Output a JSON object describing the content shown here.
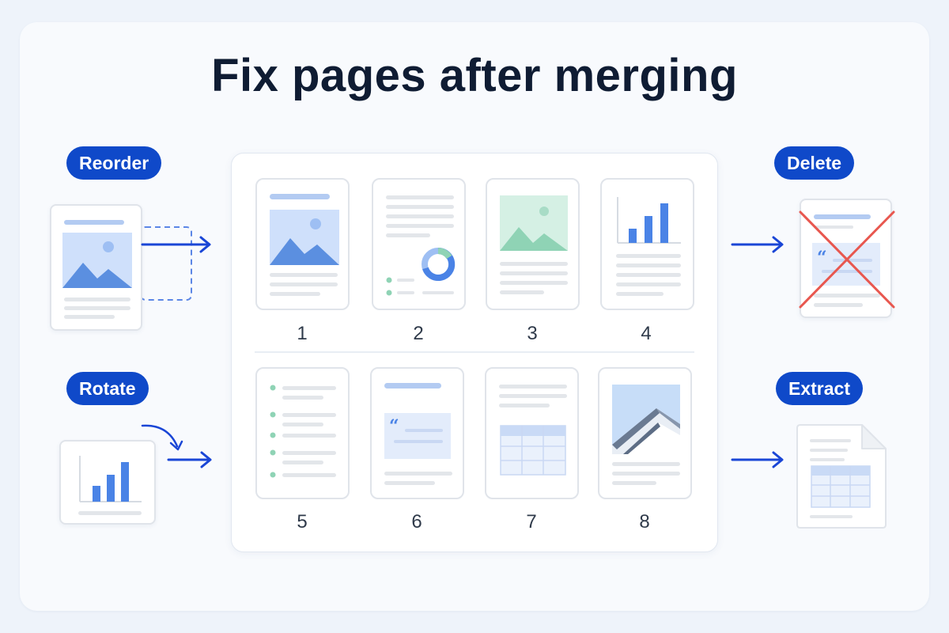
{
  "title": "Fix pages after merging",
  "actions": {
    "reorder": "Reorder",
    "rotate": "Rotate",
    "delete": "Delete",
    "extract": "Extract"
  },
  "pages": [
    "1",
    "2",
    "3",
    "4",
    "5",
    "6",
    "7",
    "8"
  ],
  "colors": {
    "accent": "#0f49c9",
    "arrow": "#1a46d6",
    "delete_mark": "#e8574f",
    "image_blue": "#5b8fe0",
    "image_green": "#8fd3b5",
    "title": "#0f1c33"
  },
  "icons": {
    "reorder": "image-page-icon",
    "rotate": "chart-page-icon",
    "delete": "cross-out-icon",
    "extract": "table-page-icon"
  }
}
